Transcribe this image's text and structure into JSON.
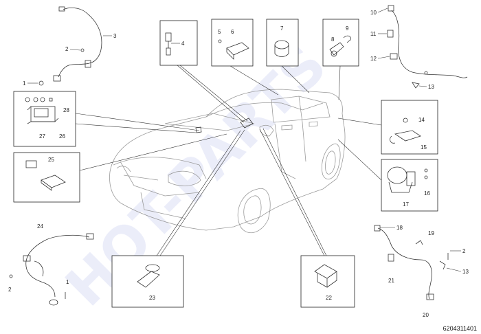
{
  "watermark": "HOT-PARTS",
  "diagram_code": "6204311401",
  "callouts": [
    "1",
    "2",
    "3",
    "4",
    "5",
    "6",
    "7",
    "8",
    "9",
    "10",
    "11",
    "12",
    "13",
    "14",
    "15",
    "16",
    "17",
    "18",
    "19",
    "20",
    "21",
    "22",
    "23",
    "24",
    "25",
    "26",
    "27",
    "28"
  ]
}
